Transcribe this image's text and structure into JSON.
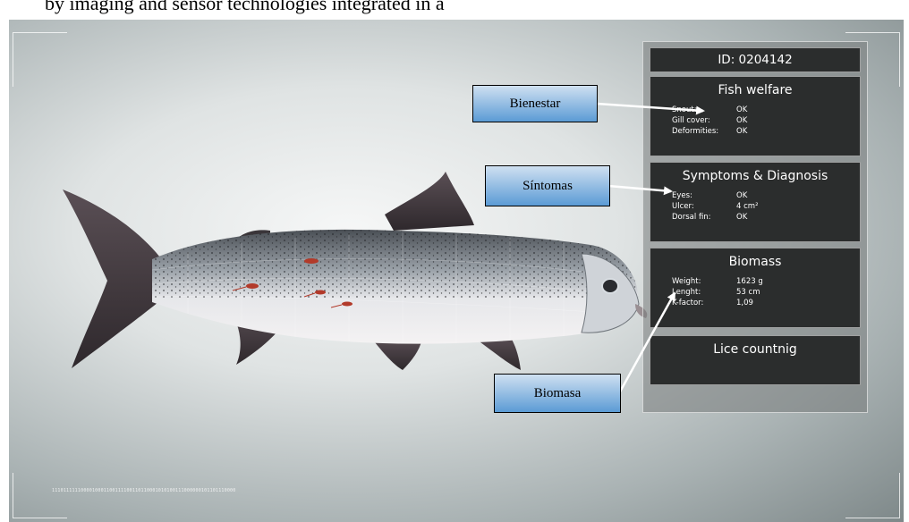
{
  "header_fragment": "by imaging and sensor technologies integrated in a",
  "footer_code": "1110111111000010001100111100110110001010100111000000101101110000",
  "panel": {
    "id_label": "ID: 0204142",
    "welfare": {
      "title": "Fish welfare",
      "rows": [
        {
          "label": "Snout:",
          "value": "OK"
        },
        {
          "label": "Gill cover:",
          "value": "OK"
        },
        {
          "label": "Deformities:",
          "value": "OK"
        }
      ]
    },
    "symptoms": {
      "title": "Symptoms & Diagnosis",
      "rows": [
        {
          "label": "Eyes:",
          "value": "OK"
        },
        {
          "label": "Ulcer:",
          "value": "4 cm²"
        },
        {
          "label": "Dorsal fin:",
          "value": "OK"
        }
      ]
    },
    "biomass": {
      "title": "Biomass",
      "rows": [
        {
          "label": "Weight:",
          "value": "1623 g"
        },
        {
          "label": "Lenght:",
          "value": "53 cm"
        },
        {
          "label": "K-factor:",
          "value": "1,09"
        }
      ]
    },
    "lice": {
      "title": "Lice countnig"
    }
  },
  "callouts": {
    "bienestar": "Bienestar",
    "sintomas": "Síntomas",
    "biomasa": "Biomasa"
  },
  "colors": {
    "callout_fill": "#5b9bd5",
    "card_bg": "#2b2d2d"
  }
}
